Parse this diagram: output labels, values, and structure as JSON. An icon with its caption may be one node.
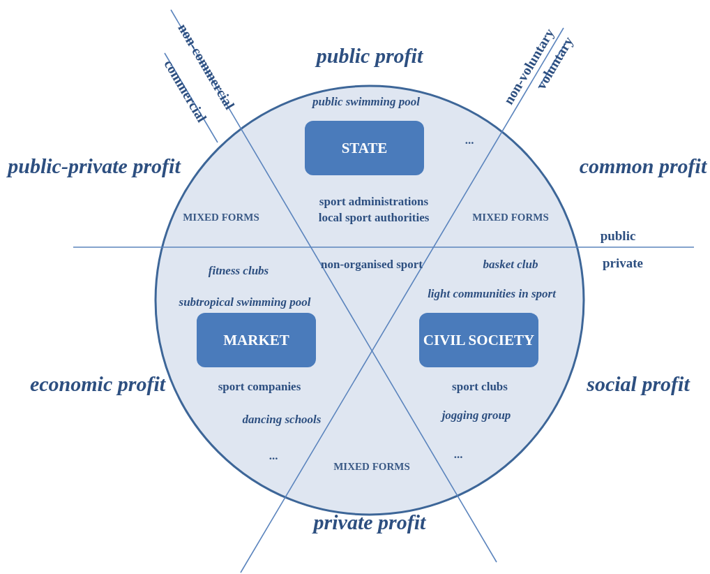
{
  "diagram": {
    "nodes": [
      {
        "text": [
          "STATE"
        ]
      },
      {
        "text": [
          "MARKET"
        ]
      },
      {
        "text": [
          "CIVIL SOCIETY"
        ]
      }
    ],
    "labels": [
      "non-commercial",
      "commercial",
      "public profit",
      "non-voluntary",
      "voluntary",
      "public swimming pool",
      "...",
      "public-private profit",
      "common profit",
      "sport administrations",
      "local sport authorities",
      "MIXED FORMS",
      "MIXED FORMS",
      "public",
      "non-organised sport",
      "basket club",
      "private",
      "fitness clubs",
      "subtropical swimming pool",
      "light communities in sport",
      "economic profit",
      "sport companies",
      "sport clubs",
      "social profit",
      "dancing schools",
      "jogging group",
      "...",
      "...",
      "MIXED FORMS",
      "private profit"
    ]
  }
}
